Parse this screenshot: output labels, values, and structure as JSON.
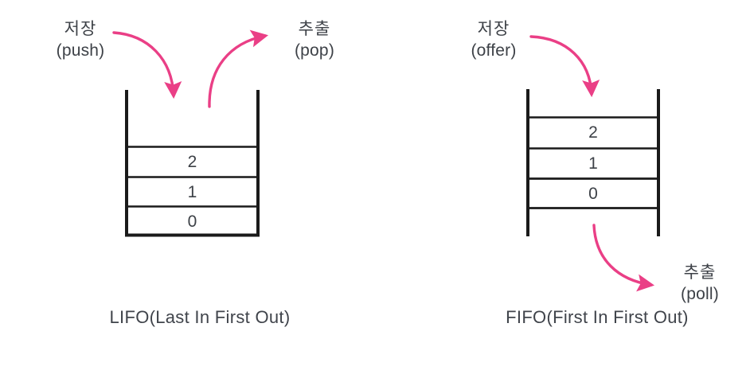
{
  "figure": {
    "background": "#ffffff",
    "arrow_color": "#ea3f86",
    "line_color": "#1a1a1a",
    "text_color": "#3d4147"
  },
  "left_diagram": {
    "name": "stack",
    "caption": "LIFO(Last In First Out)",
    "push_label": {
      "korean": "저장",
      "english": "(push)"
    },
    "pop_label": {
      "korean": "추출",
      "english": "(pop)"
    },
    "cells": [
      "2",
      "1",
      "0"
    ],
    "arrows": [
      {
        "name": "push-arrow",
        "direction": "into-container",
        "label": "저장 (push)"
      },
      {
        "name": "pop-arrow",
        "direction": "out-of-container",
        "label": "추출 (pop)"
      }
    ]
  },
  "right_diagram": {
    "name": "queue",
    "caption": "FIFO(First In First Out)",
    "offer_label": {
      "korean": "저장",
      "english": "(offer)"
    },
    "poll_label": {
      "korean": "추출",
      "english": "(poll)"
    },
    "cells": [
      "2",
      "1",
      "0"
    ],
    "arrows": [
      {
        "name": "offer-arrow",
        "direction": "into-container",
        "label": "저장 (offer)"
      },
      {
        "name": "poll-arrow",
        "direction": "out-of-container",
        "label": "추출 (poll)"
      }
    ]
  },
  "chart_data": {
    "type": "diagram",
    "title": "",
    "panels": [
      {
        "name": "LIFO stack",
        "caption": "LIFO(Last In First Out)",
        "container": "stack with closed bottom and open top",
        "contents_bottom_to_top": [
          "0",
          "1",
          "2"
        ],
        "operations": [
          {
            "korean": "저장",
            "english": "push",
            "direction": "in from top"
          },
          {
            "korean": "추출",
            "english": "pop",
            "direction": "out from top"
          }
        ]
      },
      {
        "name": "FIFO queue",
        "caption": "FIFO(First In First Out)",
        "container": "queue open at top and bottom",
        "contents_top_to_bottom": [
          "2",
          "1",
          "0"
        ],
        "operations": [
          {
            "korean": "저장",
            "english": "offer",
            "direction": "in at top"
          },
          {
            "korean": "추출",
            "english": "poll",
            "direction": "out at bottom"
          }
        ]
      }
    ]
  }
}
